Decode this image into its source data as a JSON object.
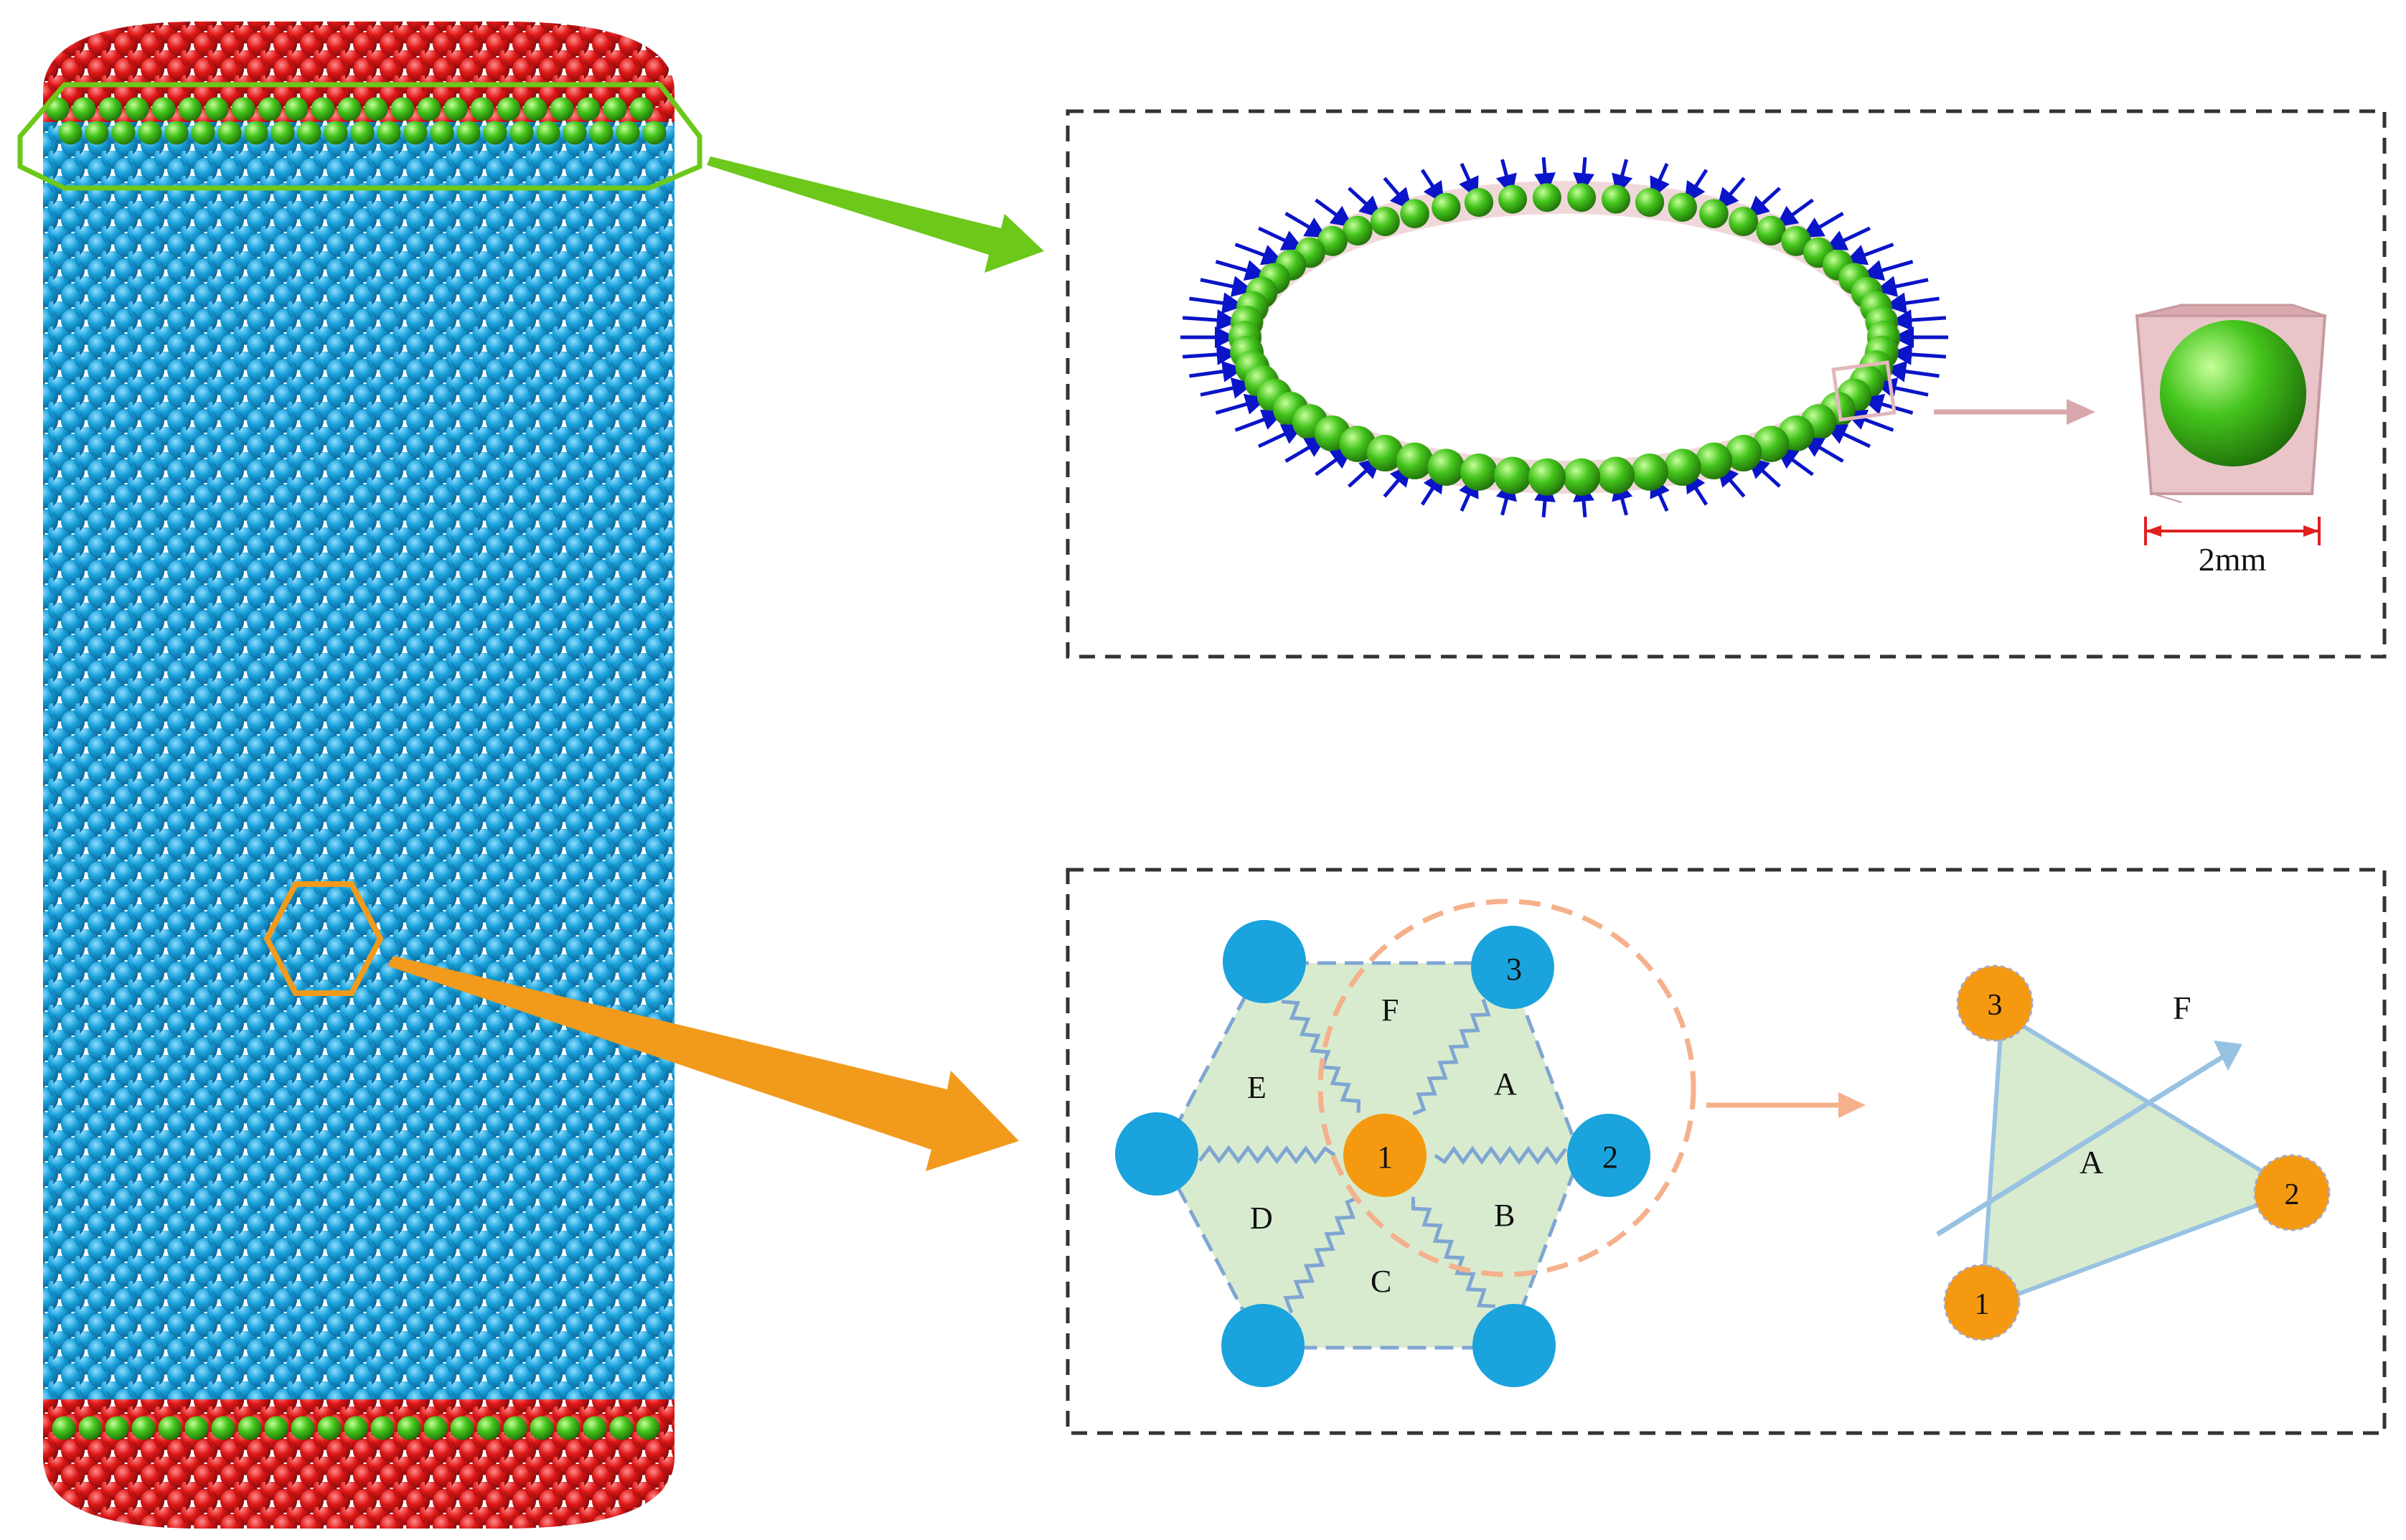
{
  "colors": {
    "blue_particle": "#1aa3dc",
    "red_particle": "#e01818",
    "green_particle": "#44c41c",
    "orange_particle": "#f59a10",
    "green_callout": "#6cc81a",
    "orange_callout": "#f29a1c",
    "pink_cell": "#d8a8ad",
    "green_fill": "#d8ebcf",
    "spring_blue": "#7fa6d2",
    "force_arrow": "#0a14c8",
    "dim_red": "#e02020"
  },
  "ring_panel": {
    "dimension_label": "2mm"
  },
  "mesh_panel": {
    "triangle_labels": [
      "A",
      "B",
      "C",
      "D",
      "E",
      "F"
    ],
    "node_labels": [
      "1",
      "2",
      "3"
    ]
  },
  "element_panel": {
    "node_labels": [
      "1",
      "2",
      "3"
    ],
    "triangle_label": "A",
    "neighbor_label": "F"
  }
}
